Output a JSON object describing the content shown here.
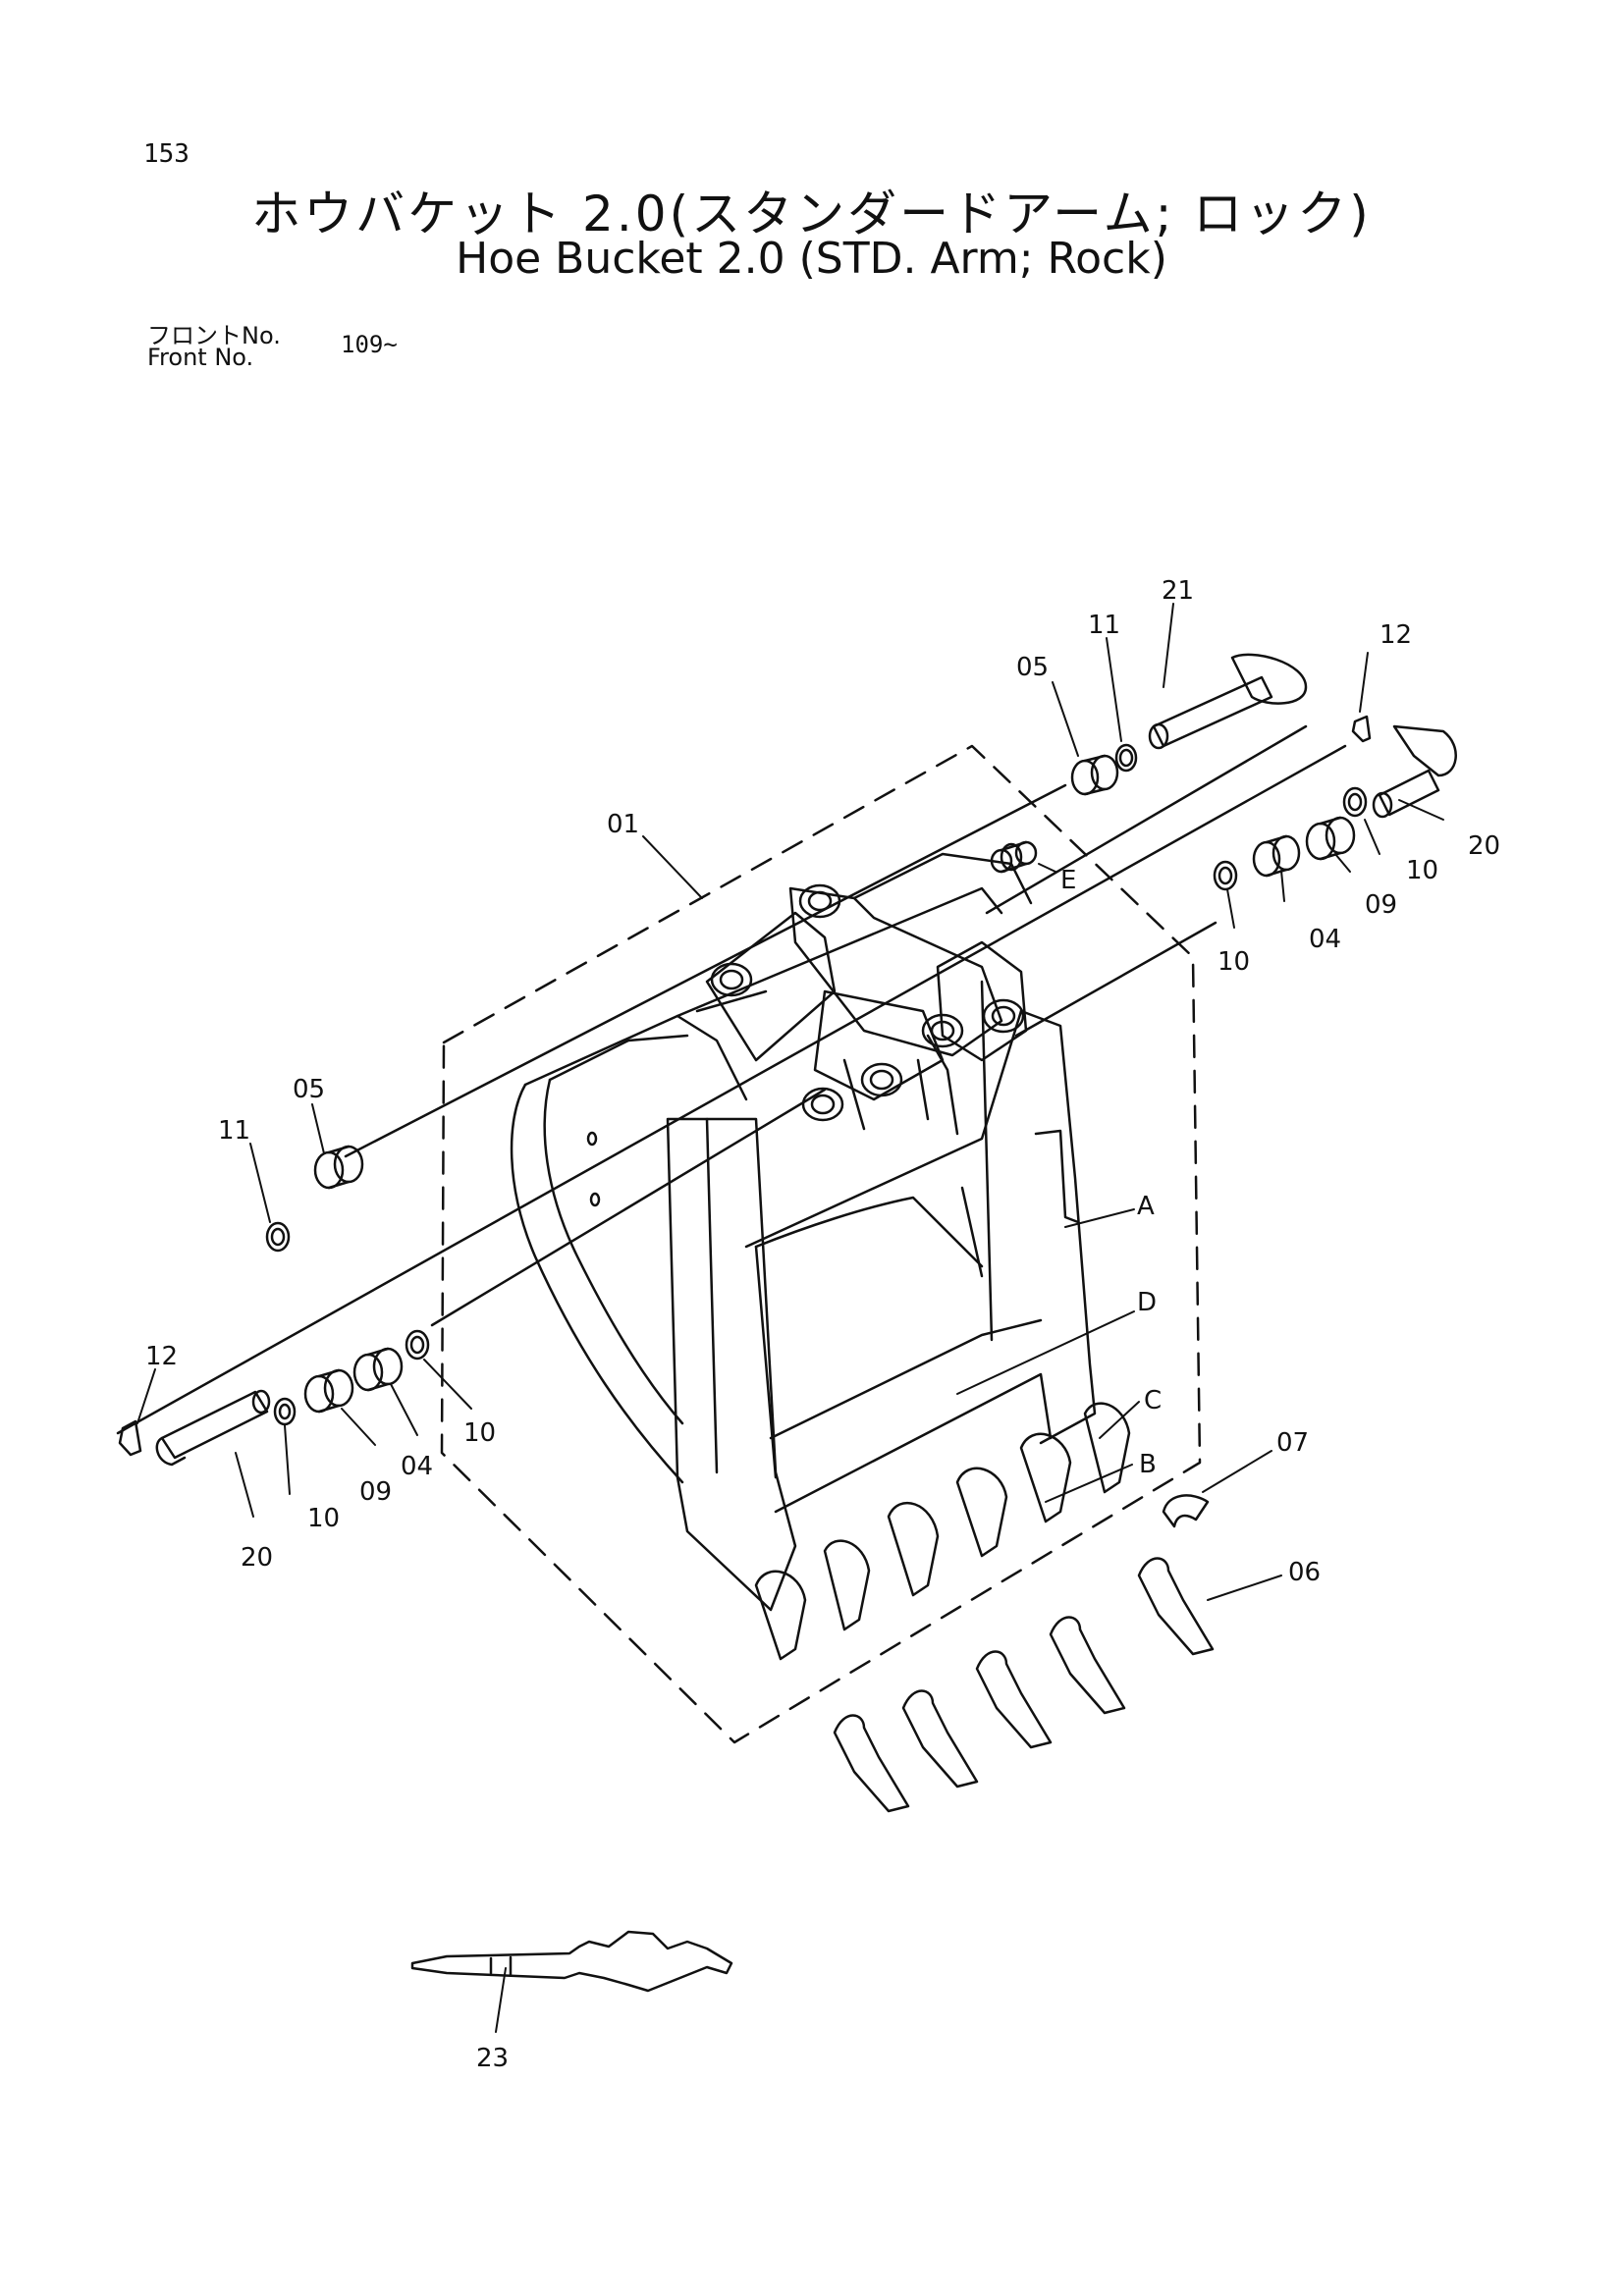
{
  "page_number": "153",
  "title_jp": "ホウバケット 2.0(スタンダードアーム; ロック)",
  "title_en": "Hoe Bucket 2.0 (STD. Arm; Rock)",
  "front_label_jp": "フロントNo.",
  "front_label_en": "Front   No.",
  "front_value": "109~",
  "callouts": {
    "c21": "21",
    "c11a": "11",
    "c12a": "12",
    "c05a": "05",
    "c01": "01",
    "cE": "E",
    "c20a": "20",
    "c10a": "10",
    "c09a": "09",
    "c04a": "04",
    "c10b": "10",
    "c05b": "05",
    "c11b": "11",
    "cA": "A",
    "cD": "D",
    "cC": "C",
    "cB": "B",
    "c07": "07",
    "c06": "06",
    "c12b": "12",
    "c10c": "10",
    "c09b": "09",
    "c04b": "04",
    "c10d": "10",
    "c20b": "20",
    "c23": "23"
  }
}
